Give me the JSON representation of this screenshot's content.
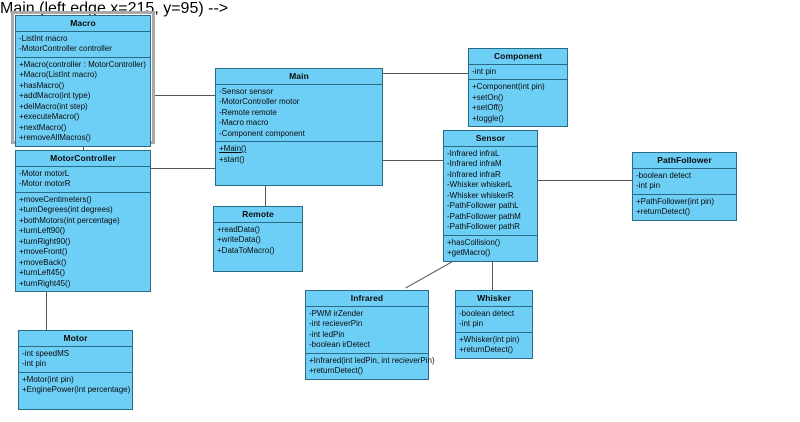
{
  "diagram": {
    "type": "uml-class-diagram",
    "background": "#ffffff",
    "class_fill": "#6ecff6",
    "class_border": "#2a6b86",
    "line_color": "#555555",
    "selection_color": "#a9a9a9"
  },
  "classes": {
    "macro": {
      "name": "Macro",
      "selected": true,
      "attributes": [
        "-ListInt macro",
        "-MotorController controller"
      ],
      "operations": [
        "+Macro(controller : MotorController)",
        "+Macro(ListInt macro)",
        "+hasMacro()",
        "+addMacro(int type)",
        "+delMacro(int step)",
        "+executeMacro()",
        "+nextMacro()",
        "+removeAllMacros()"
      ]
    },
    "motorcontroller": {
      "name": "MotorController",
      "attributes": [
        "-Motor motorL",
        "-Motor motorR"
      ],
      "operations": [
        "+moveCentimeters()",
        "+turnDegrees(int degrees)",
        "+bothMotors(int percentage)",
        "+turnLeft90()",
        "+turnRight90()",
        "+moveFront()",
        "+moveBack()",
        "+turnLeft45()",
        "+turnRight45()"
      ]
    },
    "motor": {
      "name": "Motor",
      "attributes": [
        "-int speedMS",
        "-int pin"
      ],
      "operations": [
        "+Motor(int pin)",
        "+EnginePower(int percentage)"
      ]
    },
    "main": {
      "name": "Main",
      "attributes": [
        "-Sensor sensor",
        "-MotorController motor",
        "-Remote remote",
        "-Macro macro",
        "-Component component"
      ],
      "operations": [
        "+Main()",
        "+start()"
      ],
      "static_operations": [
        "+Main()"
      ]
    },
    "component": {
      "name": "Component",
      "attributes": [
        "-int pin"
      ],
      "operations": [
        "+Component(int pin)",
        "+setOn()",
        "+setOff()",
        "+toggle()"
      ]
    },
    "remote": {
      "name": "Remote",
      "attributes": [],
      "operations": [
        "+readData()",
        "+writeData()",
        "+DataToMacro()"
      ]
    },
    "sensor": {
      "name": "Sensor",
      "attributes": [
        "-Infrared infraL",
        "-Infrared infraM",
        "-Infrared infraR",
        "-Whisker whiskerL",
        "-Whisker whiskerR",
        "-PathFollower pathL",
        "-PathFollower pathM",
        "-PathFollower pathR"
      ],
      "operations": [
        "+hasCollision()",
        "+getMacro()"
      ]
    },
    "pathfollower": {
      "name": "PathFollower",
      "attributes": [
        "-boolean detect",
        "-int pin"
      ],
      "operations": [
        "+PathFollower(int pin)",
        "+returnDetect()"
      ]
    },
    "infrared": {
      "name": "Infrared",
      "attributes": [
        "-PWM irZender",
        "-int recieverPin",
        "-int ledPin",
        "-boolean irDetect"
      ],
      "operations": [
        "+Infrared(int ledPin, int recieverPin)",
        "+returnDetect()"
      ]
    },
    "whisker": {
      "name": "Whisker",
      "attributes": [
        "-boolean detect",
        "-int pin"
      ],
      "operations": [
        "+Whisker(int pin)",
        "+returnDetect()"
      ]
    }
  }
}
